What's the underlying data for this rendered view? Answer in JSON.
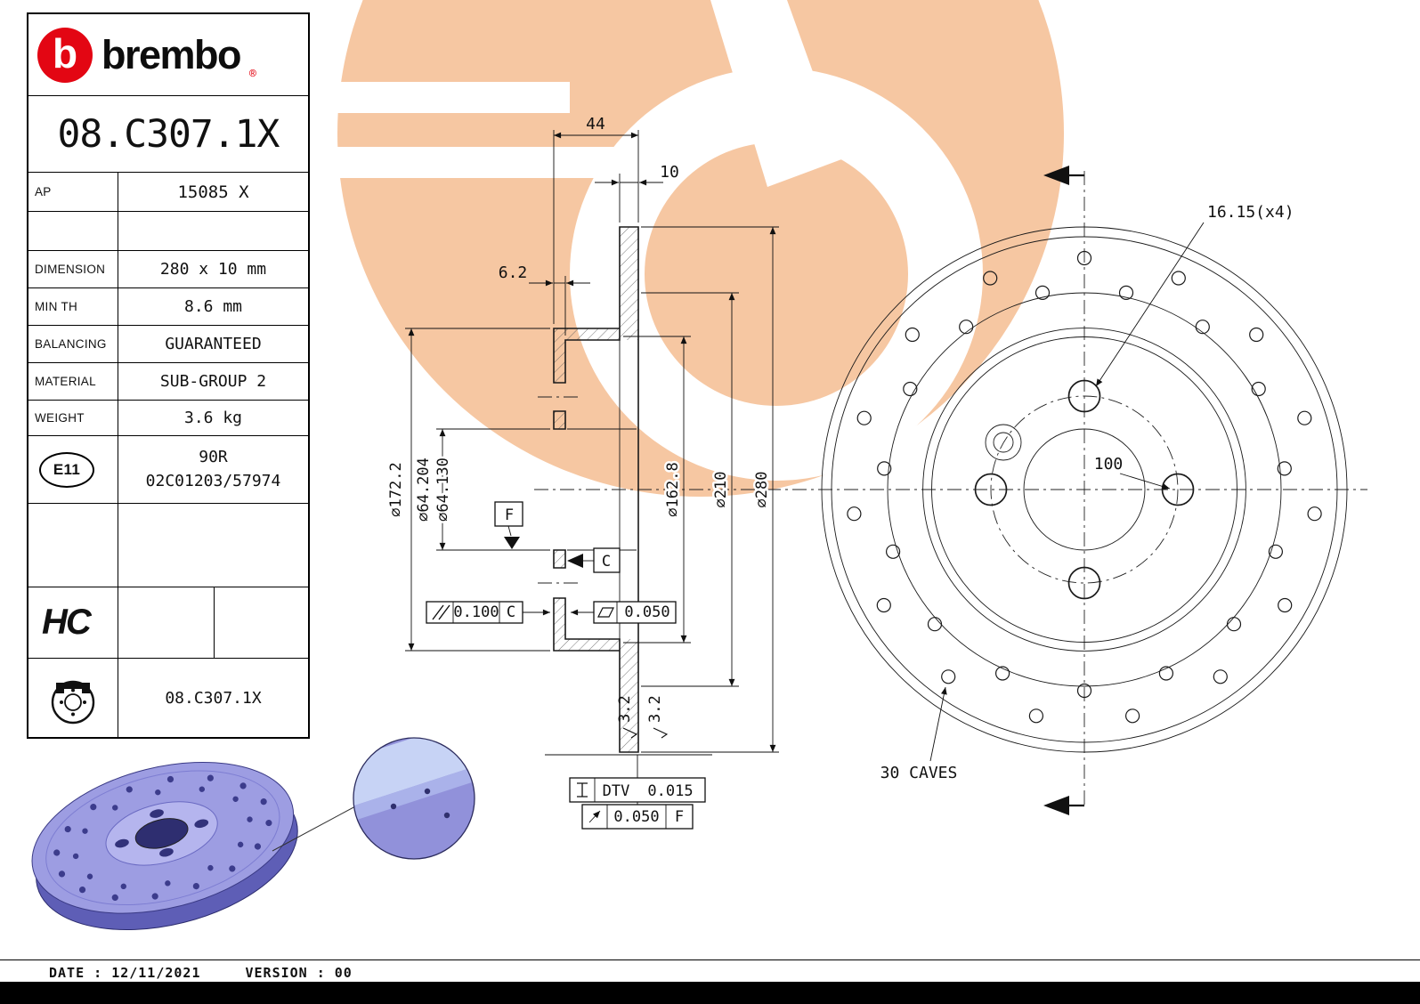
{
  "brand": {
    "logo_text": "brembo",
    "registered_mark": "®"
  },
  "part_number": "08.C307.1X",
  "spec_table": {
    "ap": {
      "label": "AP",
      "value": "15085 X"
    },
    "dimension": {
      "label": "DIMENSION",
      "value": "280 x 10 mm"
    },
    "min_th": {
      "label": "MIN TH",
      "value": "8.6 mm"
    },
    "balancing": {
      "label": "BALANCING",
      "value": "GUARANTEED"
    },
    "material": {
      "label": "MATERIAL",
      "value": "SUB-GROUP 2"
    },
    "weight": {
      "label": "WEIGHT",
      "value": "3.6 kg"
    },
    "homologation": {
      "badge": "E11",
      "line1": "90R",
      "line2": "02C01203/57974"
    },
    "hc_badge": "HC",
    "disc_part_number": "08.C307.1X"
  },
  "section_view": {
    "dim_overall_width": "44",
    "dim_thickness": "10",
    "dim_hat_thickness": "6.2",
    "dia_bell": "⌀172.2",
    "dia_bore_max": "⌀64.204",
    "dia_bore_min": "⌀64.130",
    "dia_inner_braking": "⌀162.8",
    "dia_mid": "⌀210",
    "dia_outer": "⌀280",
    "datum_f": "F",
    "datum_c": "C",
    "parallelism": {
      "value": "0.100",
      "datum": "C"
    },
    "flatness": {
      "value": "0.050"
    },
    "dtv": {
      "label": "DTV",
      "value": "0.015"
    },
    "runout": {
      "value": "0.050",
      "datum": "F"
    },
    "roughness_1": "3.2",
    "roughness_2": "3.2"
  },
  "front_view": {
    "bolt_hole_dim": "16.15(x4)",
    "bolt_circle_dim": "100",
    "caves_label": "30 CAVES",
    "cave_count": 30,
    "bolt_hole_count": 4
  },
  "footer": {
    "date_label": "DATE :",
    "date_value": "12/11/2021",
    "version_label": "VERSION :",
    "version_value": "00"
  },
  "colors": {
    "brand_red": "#e30613",
    "watermark_peach": "#f6c7a2",
    "render_lavender": "#9d9de2"
  }
}
